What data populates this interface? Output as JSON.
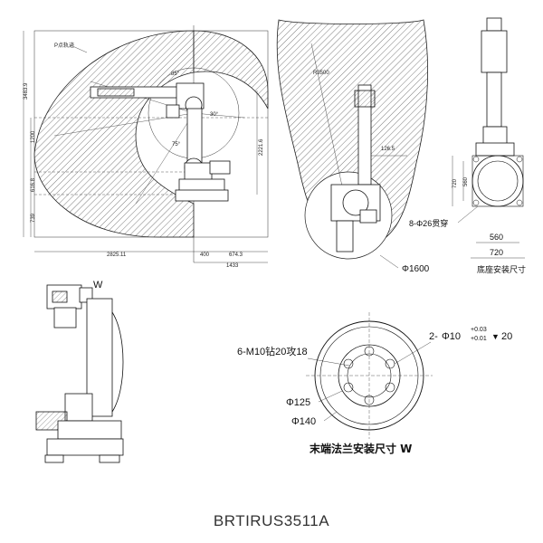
{
  "views": {
    "side_range": {
      "trajectory_label": "P点轨迹",
      "angle_top": "85°",
      "angle_mid": "30°",
      "angle_low": "75°",
      "dims": {
        "height_total": "3483.9",
        "height_1": "1200",
        "height_2": "616.8",
        "height_3": "739",
        "right_height": "2221.6",
        "width_total": "2825.11",
        "width_base": "400",
        "width_right": "674.3",
        "width_bottom": "1433"
      }
    },
    "top_range": {
      "radius": "R3500",
      "offset": "126.5",
      "base_diameter": "Φ1600"
    },
    "base_mount": {
      "height_outer": "720",
      "height_inner": "560",
      "holes": "8-Φ26贯穿",
      "width_inner": "560",
      "width_outer": "720",
      "caption": "底座安装尺寸"
    },
    "front": {
      "view_mark": "W"
    },
    "flange": {
      "threaded": "6-M10钻20攻18",
      "pin_holes_prefix": "2-",
      "pin_holes_dia": "Φ10",
      "tol_upper": "+0.03",
      "tol_lower": "+0.01",
      "pin_depth": "20",
      "d_pitch": "Φ125",
      "d_outer": "Φ140",
      "caption": "末端法兰安装尺寸 W"
    }
  },
  "model": "BRTIRUS3511A"
}
